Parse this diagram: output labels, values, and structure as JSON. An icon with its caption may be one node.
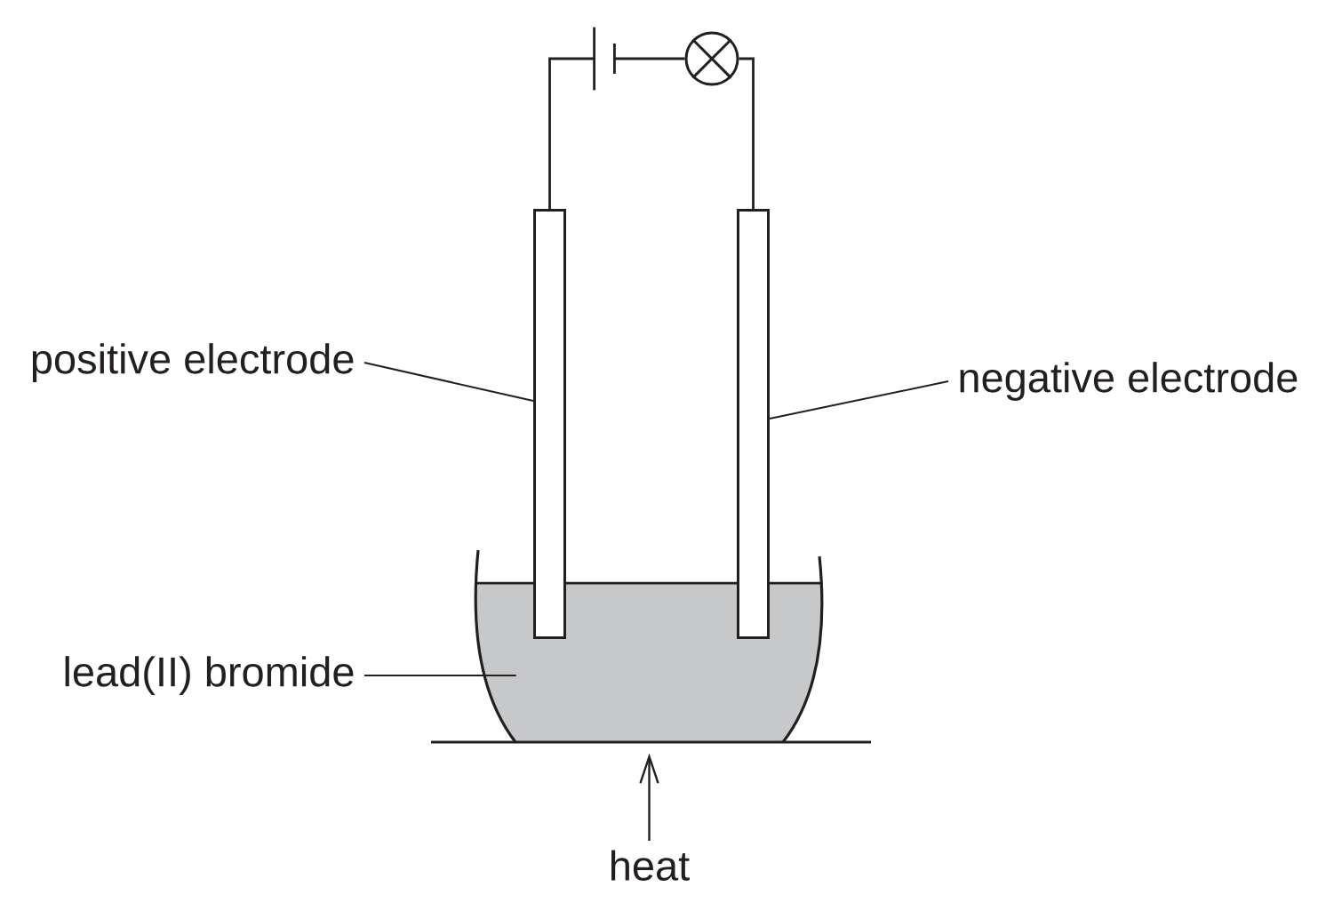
{
  "diagram": {
    "nodes": [
      {
        "text": [],
        "shape": "picture"
      },
      {
        "text": [],
        "shape": "circle"
      },
      {
        "text": [
          "positive electrode"
        ]
      },
      {
        "text": [],
        "shape": "bar"
      },
      {
        "text": [
          "negative electrode"
        ]
      },
      {
        "text": [],
        "shape": "bar"
      },
      {
        "text": [
          "lead(II) bromide"
        ]
      },
      {
        "text": [],
        "shape": "picture"
      },
      {
        "text": [
          "heat"
        ]
      }
    ],
    "edges": [
      {
        "from": 3,
        "to": 0,
        "arrow": "none"
      },
      {
        "from": 0,
        "to": 1,
        "arrow": "none"
      },
      {
        "from": 1,
        "to": 5,
        "arrow": "none"
      },
      {
        "from": 2,
        "to": 3,
        "arrow": "none"
      },
      {
        "from": 4,
        "to": 5,
        "arrow": "none"
      },
      {
        "from": 6,
        "to": 7,
        "arrow": "none"
      },
      {
        "from": 8,
        "to": 7,
        "arrow": "to"
      }
    ]
  }
}
